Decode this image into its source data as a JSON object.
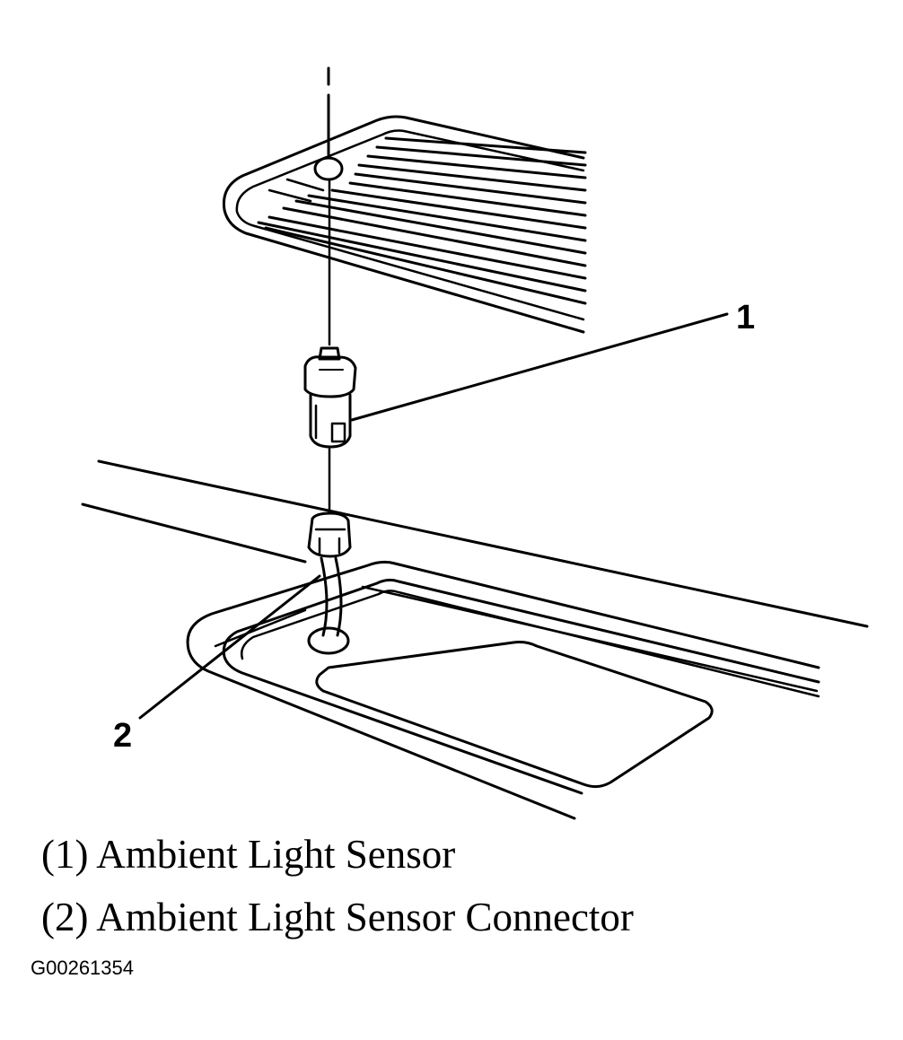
{
  "diagram": {
    "callouts": [
      {
        "number": "1",
        "label": "(1) Ambient Light Sensor"
      },
      {
        "number": "2",
        "label": "(2) Ambient Light Sensor Connector"
      }
    ],
    "figure_id": "G00261354"
  },
  "colors": {
    "ink": "#000000",
    "background": "#ffffff"
  }
}
